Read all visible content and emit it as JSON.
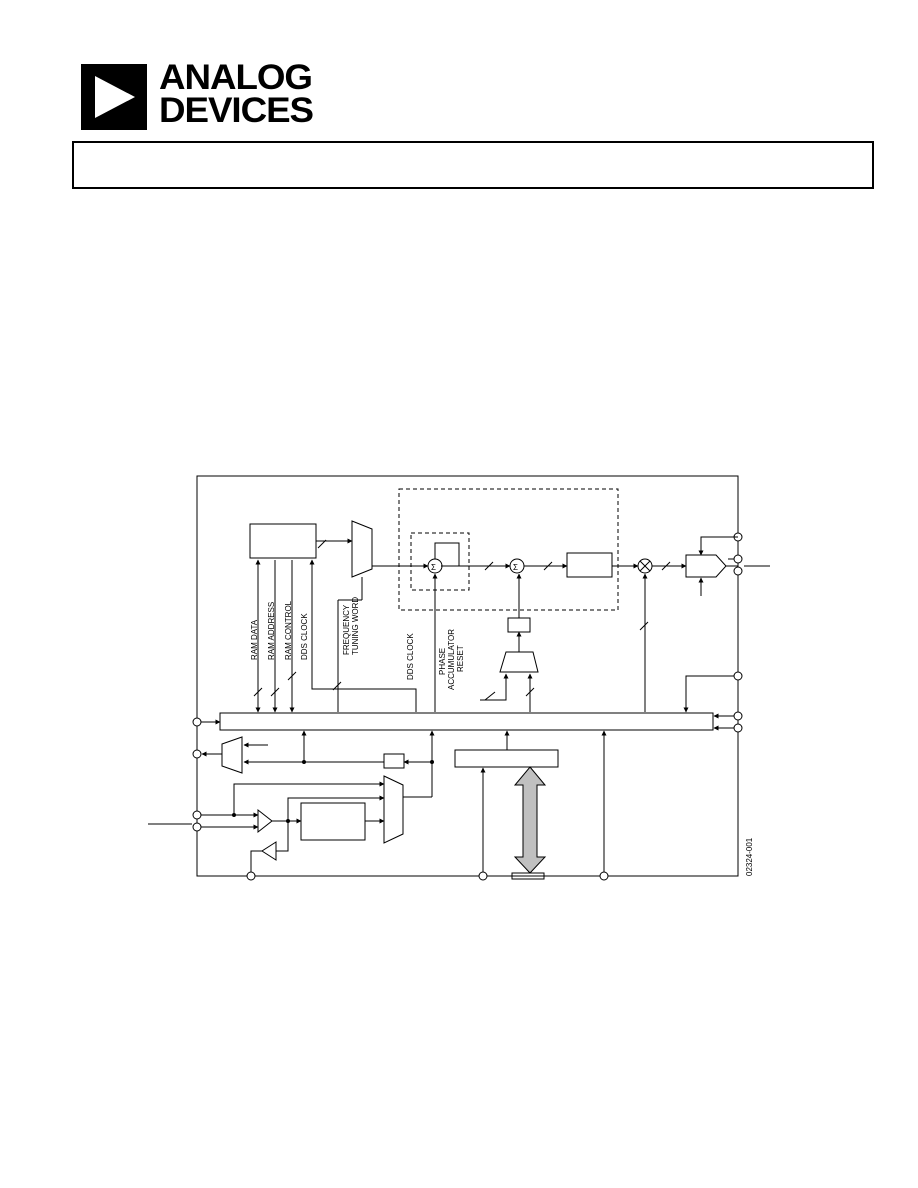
{
  "brand": {
    "line1": "ANALOG",
    "line2": "DEVICES"
  },
  "diagram": {
    "labels": {
      "ram_data": "RAM DATA",
      "ram_address": "RAM ADDRESS",
      "ram_control": "RAM CONTROL",
      "dds_clock_1": "DDS CLOCK",
      "freq_line1": "FREQUENCY",
      "freq_line2": "TUNING WORD",
      "dds_clock_2": "DDS CLOCK",
      "par_line1": "PHASE",
      "par_line2": "ACCUMULATOR",
      "par_line3": "RESET",
      "sum_symbol": "Σ",
      "figure_code": "02324-001"
    }
  }
}
